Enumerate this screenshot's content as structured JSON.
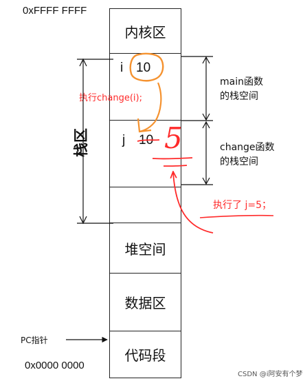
{
  "addresses": {
    "top": "0xFFFF FFFF",
    "bottom": "0x0000 0000"
  },
  "cells": {
    "kernel": "内核区",
    "heap": "堆空间",
    "data": "数据区",
    "code": "代码段"
  },
  "main_frame": {
    "var_name": "i",
    "var_value": "10",
    "label_line1": "main函数",
    "label_line2": "的栈空间"
  },
  "change_frame": {
    "var_name": "j",
    "var_value": "10",
    "new_value": "5",
    "label_line1": "change函数",
    "label_line2": "的栈空间"
  },
  "stack_label": "栈区",
  "call_note": "执行change(i);",
  "assign_note": "执行了   j=5；",
  "pc_label": "PC指针",
  "watermark": "CSDN @i阿安有个梦",
  "colors": {
    "ink": "#111111",
    "red": "#ff2a2a",
    "orange": "#f5922f"
  }
}
